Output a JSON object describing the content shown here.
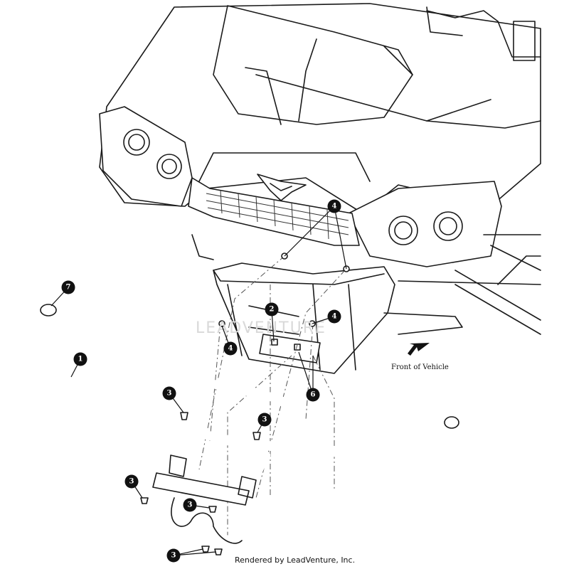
{
  "watermark": "LEADVENTURE",
  "direction_label": "Front of Vehicle",
  "footer": "Rendered by LeadVenture, Inc.",
  "callouts": [
    {
      "id": "callout-1",
      "label": "1"
    },
    {
      "id": "callout-2",
      "label": "2"
    },
    {
      "id": "callout-3a",
      "label": "3"
    },
    {
      "id": "callout-3b",
      "label": "3"
    },
    {
      "id": "callout-3c",
      "label": "3"
    },
    {
      "id": "callout-3d",
      "label": "3"
    },
    {
      "id": "callout-3e",
      "label": "3"
    },
    {
      "id": "callout-4a",
      "label": "4"
    },
    {
      "id": "callout-4b",
      "label": "4"
    },
    {
      "id": "callout-4c",
      "label": "4"
    },
    {
      "id": "callout-6",
      "label": "6"
    },
    {
      "id": "callout-7",
      "label": "7"
    }
  ],
  "colors": {
    "line": "#1a1a1a",
    "callout": "#111111",
    "watermark": "#d9d9d9"
  }
}
